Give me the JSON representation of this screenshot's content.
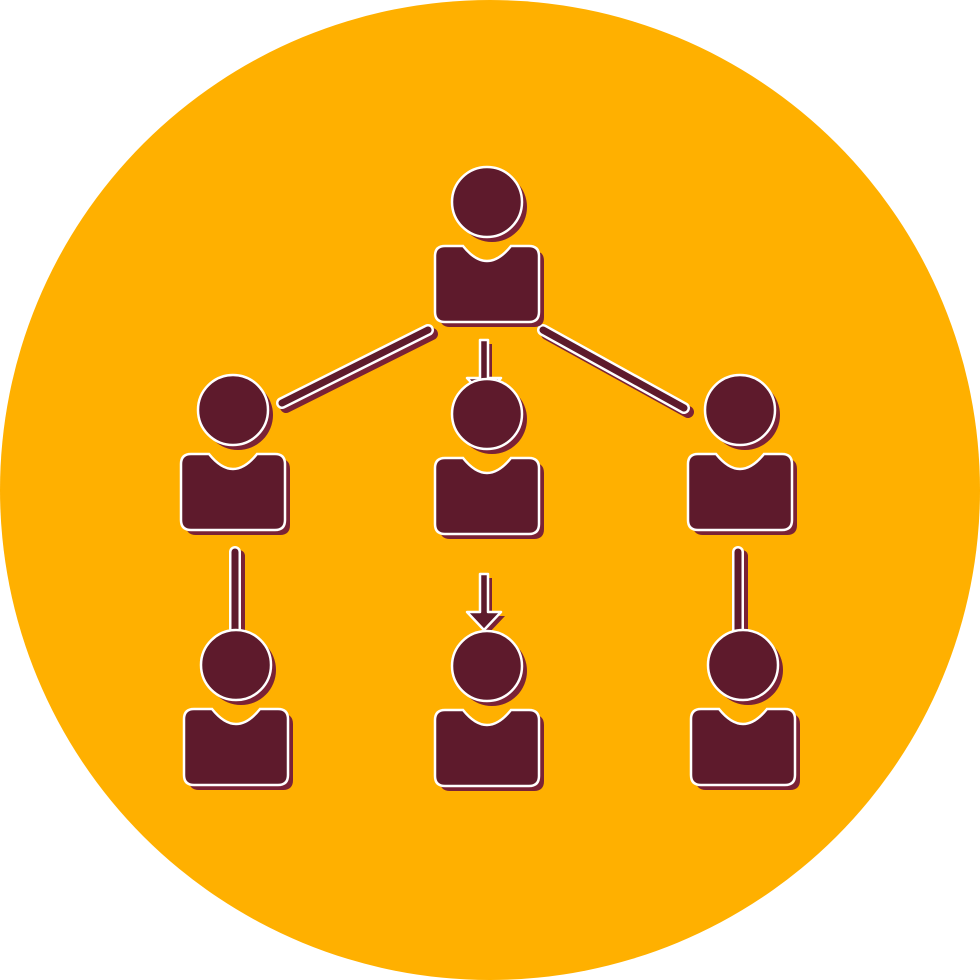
{
  "colors": {
    "background_circle": "#ffb000",
    "person_fill": "#5e1a2c",
    "outline": "#ffffff",
    "shadow": "#7a2236",
    "page_background": "#ffffff"
  },
  "icon": {
    "name": "organization-hierarchy-icon",
    "nodes": [
      {
        "id": "root",
        "name": "root-person-icon"
      },
      {
        "id": "left",
        "name": "left-person-icon"
      },
      {
        "id": "center",
        "name": "center-person-icon"
      },
      {
        "id": "right",
        "name": "right-person-icon"
      },
      {
        "id": "left-bottom",
        "name": "left-bottom-person-icon"
      },
      {
        "id": "center-bottom",
        "name": "center-bottom-person-icon"
      },
      {
        "id": "right-bottom",
        "name": "right-bottom-person-icon"
      }
    ],
    "connectors": [
      {
        "from": "root",
        "to": "left",
        "kind": "line"
      },
      {
        "from": "root",
        "to": "right",
        "kind": "line"
      },
      {
        "from": "root",
        "to": "center",
        "kind": "arrow"
      },
      {
        "from": "center",
        "to": "center-bottom",
        "kind": "arrow"
      },
      {
        "from": "left",
        "to": "left-bottom",
        "kind": "line"
      },
      {
        "from": "right",
        "to": "right-bottom",
        "kind": "line"
      }
    ]
  }
}
